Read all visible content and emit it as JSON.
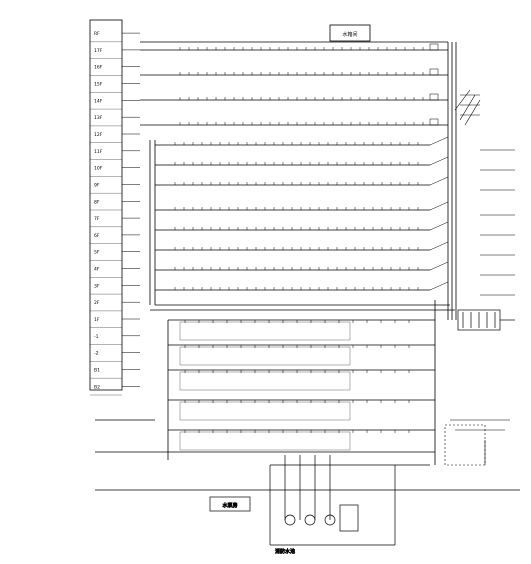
{
  "diagram": {
    "floor_labels": [
      "RF",
      "17F",
      "16F",
      "15F",
      "14F",
      "13F",
      "12F",
      "11F",
      "10F",
      "9F",
      "8F",
      "7F",
      "6F",
      "5F",
      "4F",
      "3F",
      "2F",
      "1F",
      "-1",
      "-2",
      "B1",
      "B2"
    ],
    "pump_room_label": "水泵房",
    "tank_label": "消防水池",
    "top_box_label": "水箱间"
  },
  "colors": {
    "line": "#000000",
    "background": "#ffffff"
  }
}
